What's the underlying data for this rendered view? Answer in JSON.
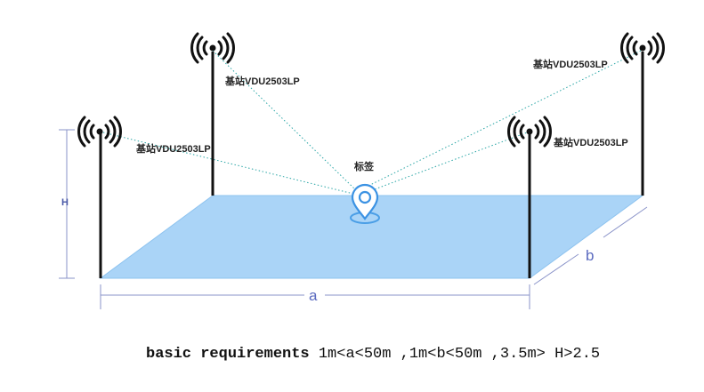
{
  "stations": [
    {
      "label": "基站VDU2503LP"
    },
    {
      "label": "基站VDU2503LP"
    },
    {
      "label": "基站VDU2503LP"
    },
    {
      "label": "基站VDU2503LP"
    }
  ],
  "tag": {
    "label": "标签"
  },
  "dimensions": {
    "a": "a",
    "b": "b",
    "h": "H"
  },
  "requirements": {
    "prefix": "basic requirements",
    "text": " 1m<a<50m ,1m<b<50m ,3.5m> H>2.5"
  },
  "colors": {
    "floor": "#aad4f7",
    "floor_edge": "#8ec3ef",
    "signal_line": "#2aa6a6",
    "dimension": "#8a93c9"
  }
}
